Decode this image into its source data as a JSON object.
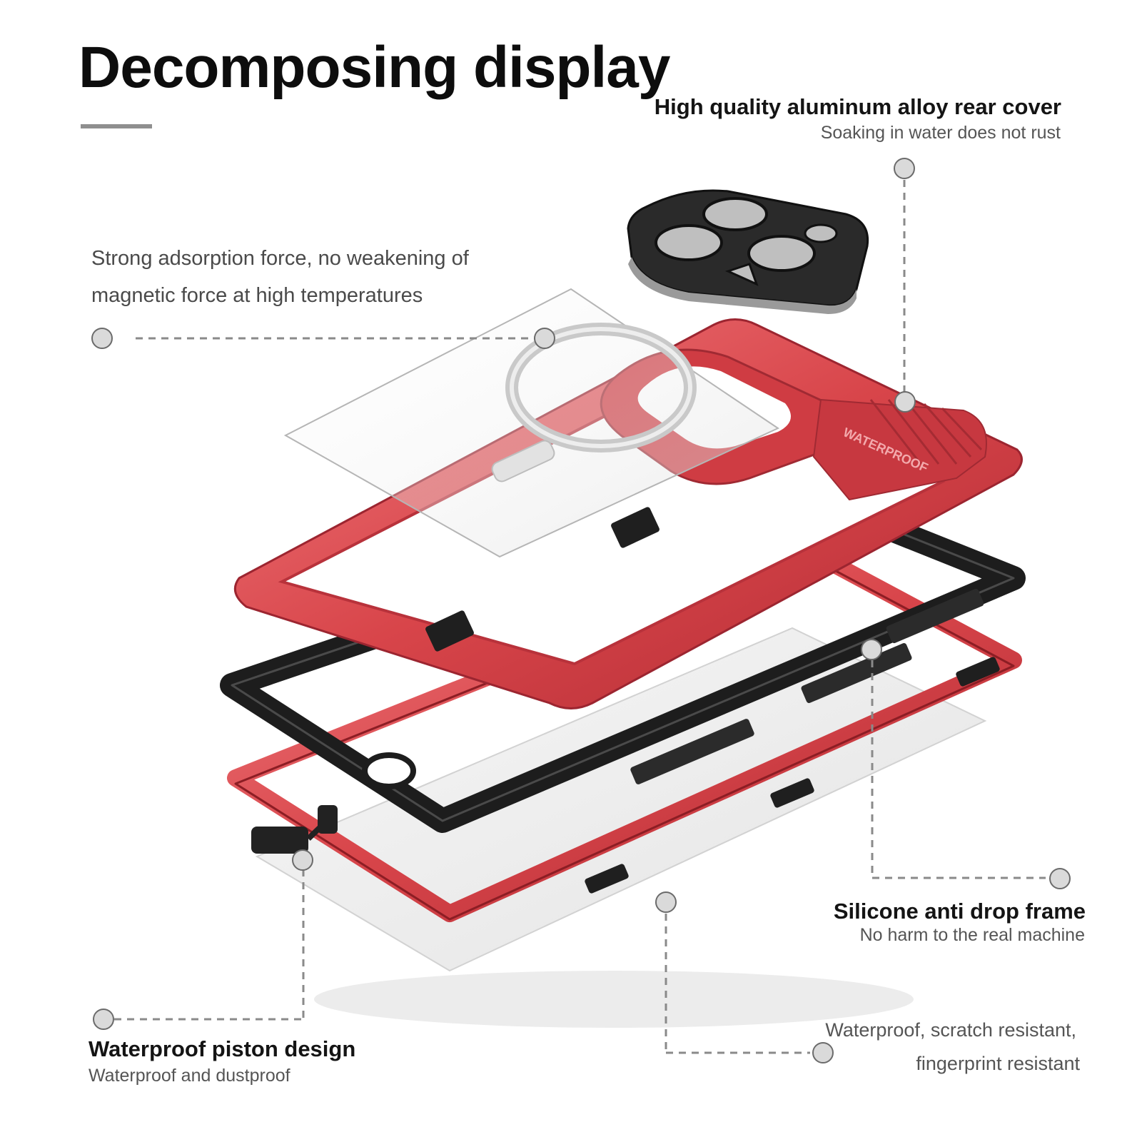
{
  "title": "Decomposing display",
  "callouts": {
    "rear_cover": {
      "heading": "High quality aluminum alloy rear cover",
      "sub": "Soaking in water does not rust"
    },
    "magnetic": {
      "line1": "Strong adsorption force, no weakening of",
      "line2": "magnetic force at high temperatures"
    },
    "silicone": {
      "heading": "Silicone anti drop frame",
      "sub": "No harm to the real machine"
    },
    "piston": {
      "heading": "Waterproof piston design",
      "sub": "Waterproof and dustproof"
    },
    "screen": {
      "line1": "Waterproof, scratch resistant,",
      "line2": "fingerprint resistant"
    }
  },
  "product_label": "WATERPROOF",
  "colors": {
    "accent_red": "#d8454a",
    "frame_black": "#1d1d1d",
    "marker_gray": "#dadada"
  }
}
